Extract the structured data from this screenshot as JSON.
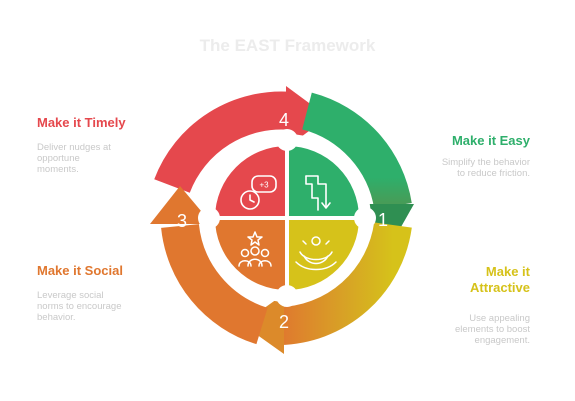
{
  "title": "The EAST Framework",
  "steps": [
    {
      "number": "1",
      "label": "Make it Easy",
      "description": [
        "Simplify the behavior",
        "to reduce friction."
      ],
      "color": "#2eaf6b",
      "icon": "arrows-icon"
    },
    {
      "number": "2",
      "label_lines": [
        "Make it",
        "Attractive"
      ],
      "description": [
        "Use appealing",
        "elements to boost",
        "engagement."
      ],
      "color": "#d6c21a",
      "icon": "clown-face-icon"
    },
    {
      "number": "3",
      "label": "Make it Social",
      "description": [
        "Leverage social",
        "norms to encourage",
        "behavior."
      ],
      "color": "#e0772f",
      "icon": "group-star-icon"
    },
    {
      "number": "4",
      "label": "Make it Timely",
      "description": [
        "Deliver nudges at",
        "opportune",
        "moments."
      ],
      "color": "#e5484d",
      "icon": "clock-chat-icon"
    }
  ]
}
